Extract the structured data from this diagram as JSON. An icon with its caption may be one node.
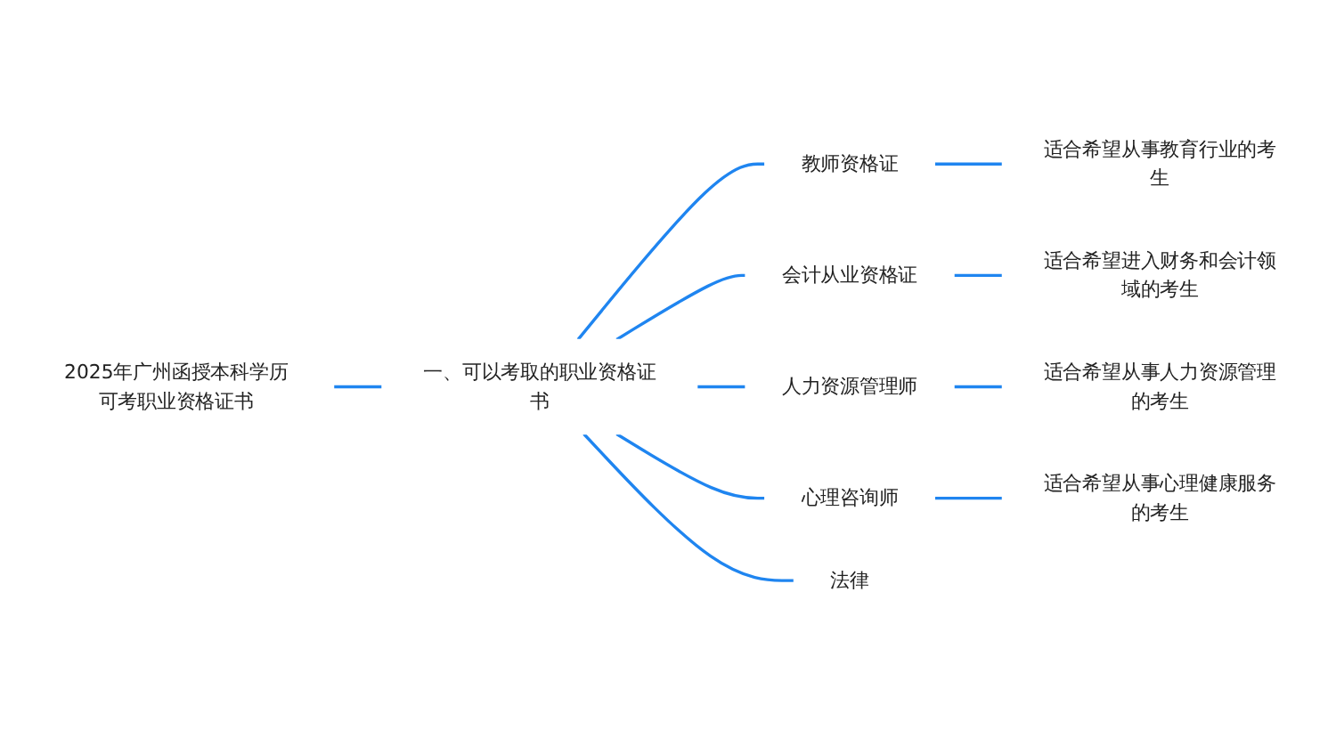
{
  "diagram": {
    "nodes": [
      {
        "text": [
          "2025年广州函授本科学历可考职业资格证书"
        ]
      },
      {
        "text": [
          "一、可以考取的职业资格证书"
        ]
      },
      {
        "text": [
          "教师资格证"
        ]
      },
      {
        "text": [
          "适合希望从事教育行业的考生"
        ]
      },
      {
        "text": [
          "会计从业资格证"
        ]
      },
      {
        "text": [
          "适合希望进入财务和会计领域的考生"
        ]
      },
      {
        "text": [
          "人力资源管理师"
        ]
      },
      {
        "text": [
          "适合希望从事人力资源管理的考生"
        ]
      },
      {
        "text": [
          "心理咨询师"
        ]
      },
      {
        "text": [
          "适合希望从事心理健康服务的考生"
        ]
      },
      {
        "text": [
          "法律"
        ]
      }
    ],
    "edges": [
      {
        "from": 0,
        "to": 1,
        "arrow": "none"
      },
      {
        "from": 1,
        "to": 2,
        "arrow": "none"
      },
      {
        "from": 2,
        "to": 3,
        "arrow": "none"
      },
      {
        "from": 1,
        "to": 4,
        "arrow": "none"
      },
      {
        "from": 4,
        "to": 5,
        "arrow": "none"
      },
      {
        "from": 1,
        "to": 6,
        "arrow": "none"
      },
      {
        "from": 6,
        "to": 7,
        "arrow": "none"
      },
      {
        "from": 1,
        "to": 8,
        "arrow": "none"
      },
      {
        "from": 8,
        "to": 9,
        "arrow": "none"
      },
      {
        "from": 1,
        "to": 10,
        "arrow": "none"
      }
    ]
  }
}
